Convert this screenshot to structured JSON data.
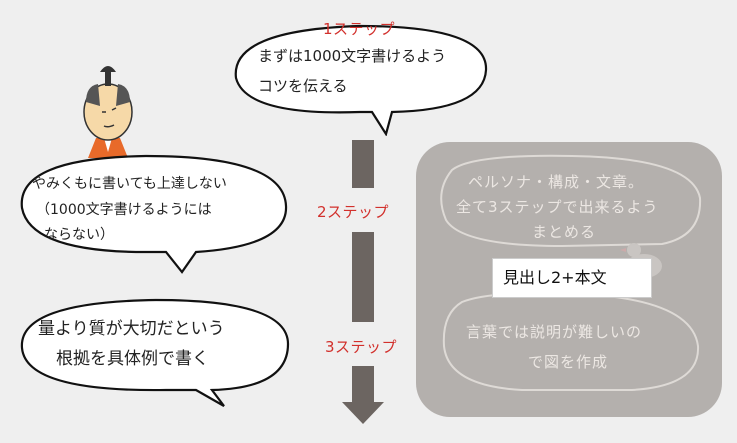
{
  "steps": {
    "step1": "1ステップ",
    "step2": "2ステップ",
    "step3": "3ステップ"
  },
  "bubble_top": {
    "line1": "まずは1000文字書けるよう",
    "line2": "コツを伝える"
  },
  "bubble_mid": {
    "line1": "やみくもに書いても上達しない",
    "line2": "（1000文字書けるようには",
    "line3": "ならない）"
  },
  "bubble_bottom": {
    "line1": "量より質が大切だという",
    "line2": "根拠を具体例で書く"
  },
  "panel": {
    "bubble1": {
      "line1": "ペルソナ・構成・文章。",
      "line2": "全て3ステップで出来るよう",
      "line3": "まとめる"
    },
    "bubble2": {
      "line1": "言葉では説明が難しいの",
      "line2": "で図を作成"
    },
    "label": "見出し2+本文"
  },
  "colors": {
    "step": "#d2302c",
    "arrow": "#6c6561",
    "panel": "#b4b0ad"
  }
}
